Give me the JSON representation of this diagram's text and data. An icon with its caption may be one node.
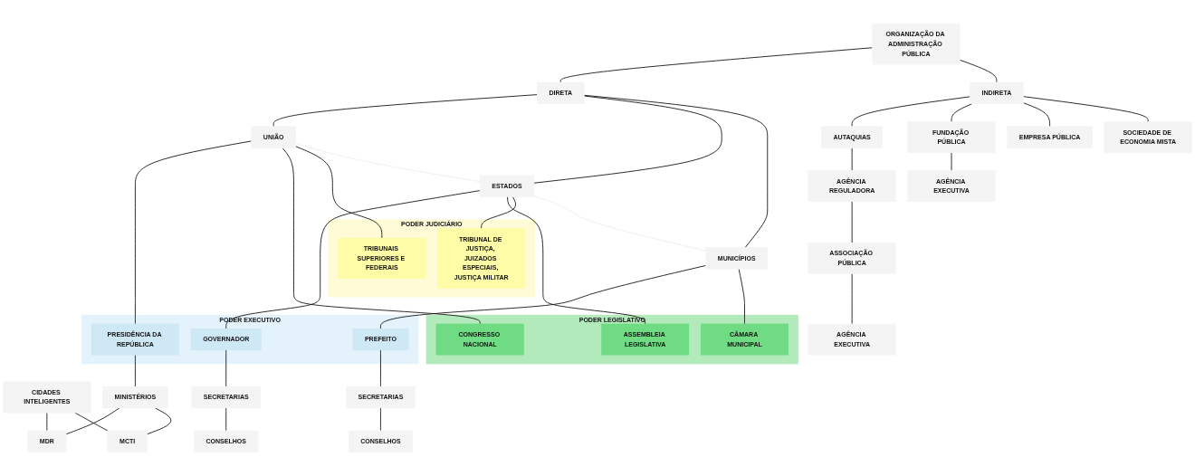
{
  "diagram": {
    "nodes": [
      {
        "text": [
          "ORGANIZAÇÃO DA ADMINISTRAÇÃO PÚBLICA"
        ]
      },
      {
        "text": [
          "DIRETA"
        ]
      },
      {
        "text": [
          "INDIRETA"
        ]
      },
      {
        "text": [
          "UNIÃO"
        ]
      },
      {
        "text": [
          "ESTADOS"
        ]
      },
      {
        "text": [
          "MUNICÍPIOS"
        ]
      },
      {
        "text": [
          "AUTAQUIAS"
        ]
      },
      {
        "text": [
          "FUNDAÇÃO PÚBLICA"
        ]
      },
      {
        "text": [
          "EMPRESA PÚBLICA"
        ]
      },
      {
        "text": [
          "SOCIEDADE DE ECONOMIA MISTA"
        ]
      },
      {
        "text": [
          "PODER EXECUTIVO"
        ]
      },
      {
        "text": [
          "PRESIDÊNCIA DA REPÚBLICA"
        ],
        "in": 10
      },
      {
        "text": [
          "GOVERNADOR"
        ],
        "in": 10
      },
      {
        "text": [
          "PREFEITO"
        ],
        "in": 10
      },
      {
        "text": [
          "CIDADES INTELIGENTES"
        ]
      },
      {
        "text": [
          "MDR"
        ]
      },
      {
        "text": [
          "MINISTÉRIOS"
        ]
      },
      {
        "text": [
          "SECRETARIAS"
        ]
      },
      {
        "text": [
          "SECRETARIAS"
        ]
      },
      {
        "text": [
          "MCTI"
        ]
      },
      {
        "text": [
          "CONSELHOS"
        ]
      },
      {
        "text": [
          "CONSELHOS"
        ]
      },
      {
        "text": [
          "PODER LEGISLATIVO"
        ]
      },
      {
        "text": [
          "CONGRESSO NACIONAL"
        ],
        "in": 22
      },
      {
        "text": [
          "ASSEMBLEIA LEGISLATIVA"
        ],
        "in": 22
      },
      {
        "text": [
          "CÂMARA MUNICIPAL"
        ],
        "in": 22
      },
      {
        "text": [
          "PODER JUDICIÁRIO"
        ]
      },
      {
        "text": [
          "TRIBUNAIS SUPERIORES E FEDERAIS"
        ],
        "in": 26
      },
      {
        "text": [
          "TRIBUNAL DE JUSTIÇA, JUIZADOS ESPECIAIS, JUSTIÇA MILITAR"
        ],
        "in": 26
      },
      {
        "text": [
          "AGÊNCIA REGULADORA"
        ]
      },
      {
        "text": [
          "AGÊNCIA EXECUTIVA"
        ]
      },
      {
        "text": [
          "ASSOCIAÇÃO PÚBLICA"
        ]
      },
      {
        "text": [
          "AGÊNCIA EXECUTIVA"
        ]
      }
    ],
    "edges": [
      {
        "from": 0,
        "to": 1,
        "arrow": "none"
      },
      {
        "from": 0,
        "to": 2,
        "arrow": "none"
      },
      {
        "from": 1,
        "to": 3,
        "arrow": "none"
      },
      {
        "from": 1,
        "to": 4,
        "arrow": "none"
      },
      {
        "from": 1,
        "to": 5,
        "arrow": "none"
      },
      {
        "from": 2,
        "to": 6,
        "arrow": "none"
      },
      {
        "from": 2,
        "to": 7,
        "arrow": "none"
      },
      {
        "from": 2,
        "to": 8,
        "arrow": "none"
      },
      {
        "from": 2,
        "to": 9,
        "arrow": "none"
      },
      {
        "from": 3,
        "to": 11,
        "arrow": "none"
      },
      {
        "from": 3,
        "to": 23,
        "arrow": "none"
      },
      {
        "from": 3,
        "to": 27,
        "arrow": "none"
      },
      {
        "from": 4,
        "to": 12,
        "arrow": "none"
      },
      {
        "from": 4,
        "to": 24,
        "arrow": "none"
      },
      {
        "from": 4,
        "to": 28,
        "arrow": "none"
      },
      {
        "from": 5,
        "to": 13,
        "arrow": "none"
      },
      {
        "from": 5,
        "to": 25,
        "arrow": "none"
      },
      {
        "from": 11,
        "to": 16,
        "arrow": "none"
      },
      {
        "from": 16,
        "to": 15,
        "arrow": "none"
      },
      {
        "from": 16,
        "to": 19,
        "arrow": "none"
      },
      {
        "from": 14,
        "to": 15,
        "arrow": "none"
      },
      {
        "from": 14,
        "to": 19,
        "arrow": "none"
      },
      {
        "from": 12,
        "to": 17,
        "arrow": "none"
      },
      {
        "from": 17,
        "to": 20,
        "arrow": "none"
      },
      {
        "from": 13,
        "to": 18,
        "arrow": "none"
      },
      {
        "from": 18,
        "to": 21,
        "arrow": "none"
      },
      {
        "from": 6,
        "to": 29,
        "arrow": "none"
      },
      {
        "from": 29,
        "to": 31,
        "arrow": "none"
      },
      {
        "from": 31,
        "to": 32,
        "arrow": "none"
      },
      {
        "from": 7,
        "to": 30,
        "arrow": "none"
      },
      {
        "from": 3,
        "to": 4,
        "arrow": "none",
        "style": "dashed",
        "color": "#dddddd"
      },
      {
        "from": 4,
        "to": 5,
        "arrow": "none",
        "style": "dashed",
        "color": "#dddddd"
      }
    ]
  }
}
